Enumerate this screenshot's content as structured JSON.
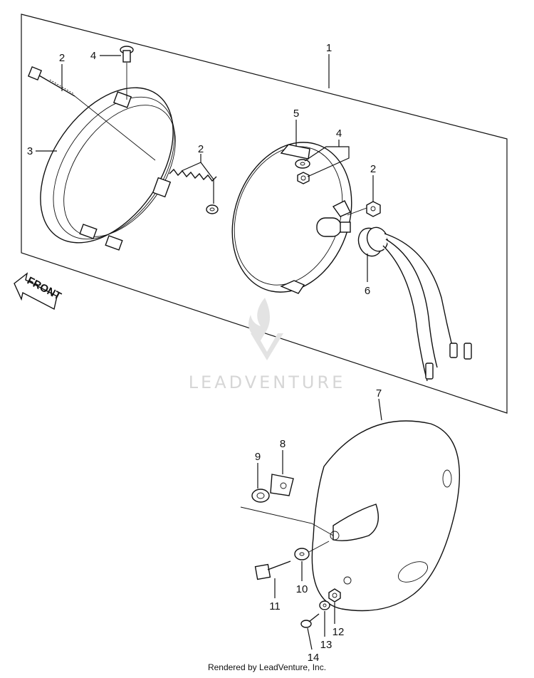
{
  "watermark": {
    "text": "LEADVENTURE"
  },
  "front_arrow": {
    "label": "FRONT"
  },
  "callouts": {
    "c1": "1",
    "c2a": "2",
    "c2b": "2",
    "c2c": "2",
    "c3": "3",
    "c4a": "4",
    "c4b": "4",
    "c5": "5",
    "c6": "6",
    "c7": "7",
    "c8": "8",
    "c9": "9",
    "c10": "10",
    "c11": "11",
    "c12": "12",
    "c13": "13",
    "c14": "14"
  },
  "footer": {
    "text": "Rendered by LeadVenture, Inc."
  }
}
